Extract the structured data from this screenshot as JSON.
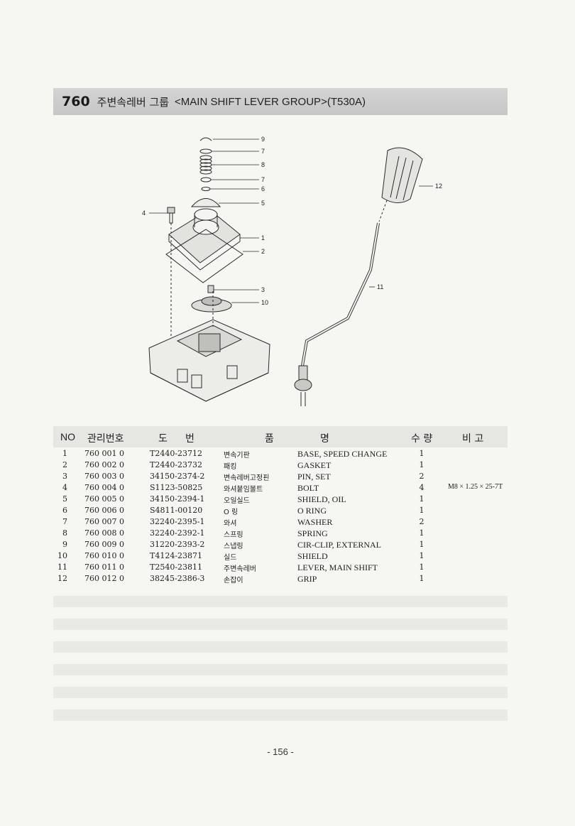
{
  "title": {
    "number": "760",
    "korean": "주변속레버 그룹",
    "english": "<MAIN SHIFT LEVER GROUP>(T530A)"
  },
  "diagram": {
    "callouts": [
      "9",
      "7",
      "8",
      "7",
      "6",
      "5",
      "4",
      "1",
      "2",
      "3",
      "10",
      "11",
      "12"
    ]
  },
  "table": {
    "headers": {
      "no": "NO",
      "mgmt": "관리번호",
      "drawing1": "도",
      "drawing2": "번",
      "name1": "품",
      "name2": "명",
      "qty": "수 량",
      "remark": "비 고"
    },
    "rows": [
      {
        "no": "1",
        "mgmt": "760  001  0",
        "part": "T2440-23712",
        "ko": "변속기판",
        "en": "BASE, SPEED CHANGE",
        "qty": "1",
        "remark": ""
      },
      {
        "no": "2",
        "mgmt": "760  002  0",
        "part": "T2440-23732",
        "ko": "패킹",
        "en": "GASKET",
        "qty": "1",
        "remark": ""
      },
      {
        "no": "3",
        "mgmt": "760  003  0",
        "part": "34150-2374-2",
        "ko": "변속레버고정핀",
        "en": "PIN, SET",
        "qty": "2",
        "remark": ""
      },
      {
        "no": "4",
        "mgmt": "760  004  0",
        "part": "S1123-50825",
        "ko": "와셔붙임볼트",
        "en": "BOLT",
        "qty": "4",
        "remark": "M8 × 1.25 × 25-7T"
      },
      {
        "no": "5",
        "mgmt": "760  005  0",
        "part": "34150-2394-1",
        "ko": "오일실드",
        "en": "SHIELD, OIL",
        "qty": "1",
        "remark": ""
      },
      {
        "no": "6",
        "mgmt": "760  006  0",
        "part": "S4811-00120",
        "ko": "O 링",
        "en": "O RING",
        "qty": "1",
        "remark": ""
      },
      {
        "no": "7",
        "mgmt": "760  007  0",
        "part": "32240-2395-1",
        "ko": "와셔",
        "en": "WASHER",
        "qty": "2",
        "remark": ""
      },
      {
        "no": "8",
        "mgmt": "760  008  0",
        "part": "32240-2392-1",
        "ko": "스프링",
        "en": "SPRING",
        "qty": "1",
        "remark": ""
      },
      {
        "no": "9",
        "mgmt": "760  009  0",
        "part": "31220-2393-2",
        "ko": "스냅링",
        "en": "CIR-CLIP, EXTERNAL",
        "qty": "1",
        "remark": ""
      },
      {
        "no": "10",
        "mgmt": "760  010  0",
        "part": "T4124-23871",
        "ko": "실드",
        "en": "SHIELD",
        "qty": "1",
        "remark": ""
      },
      {
        "no": "11",
        "mgmt": "760  011  0",
        "part": "T2540-23811",
        "ko": "주변속레버",
        "en": "LEVER, MAIN SHIFT",
        "qty": "1",
        "remark": ""
      },
      {
        "no": "12",
        "mgmt": "760  012  0",
        "part": "38245-2386-3",
        "ko": "손잡이",
        "en": "GRIP",
        "qty": "1",
        "remark": ""
      }
    ]
  },
  "footer": {
    "page_number": "- 156 -"
  }
}
